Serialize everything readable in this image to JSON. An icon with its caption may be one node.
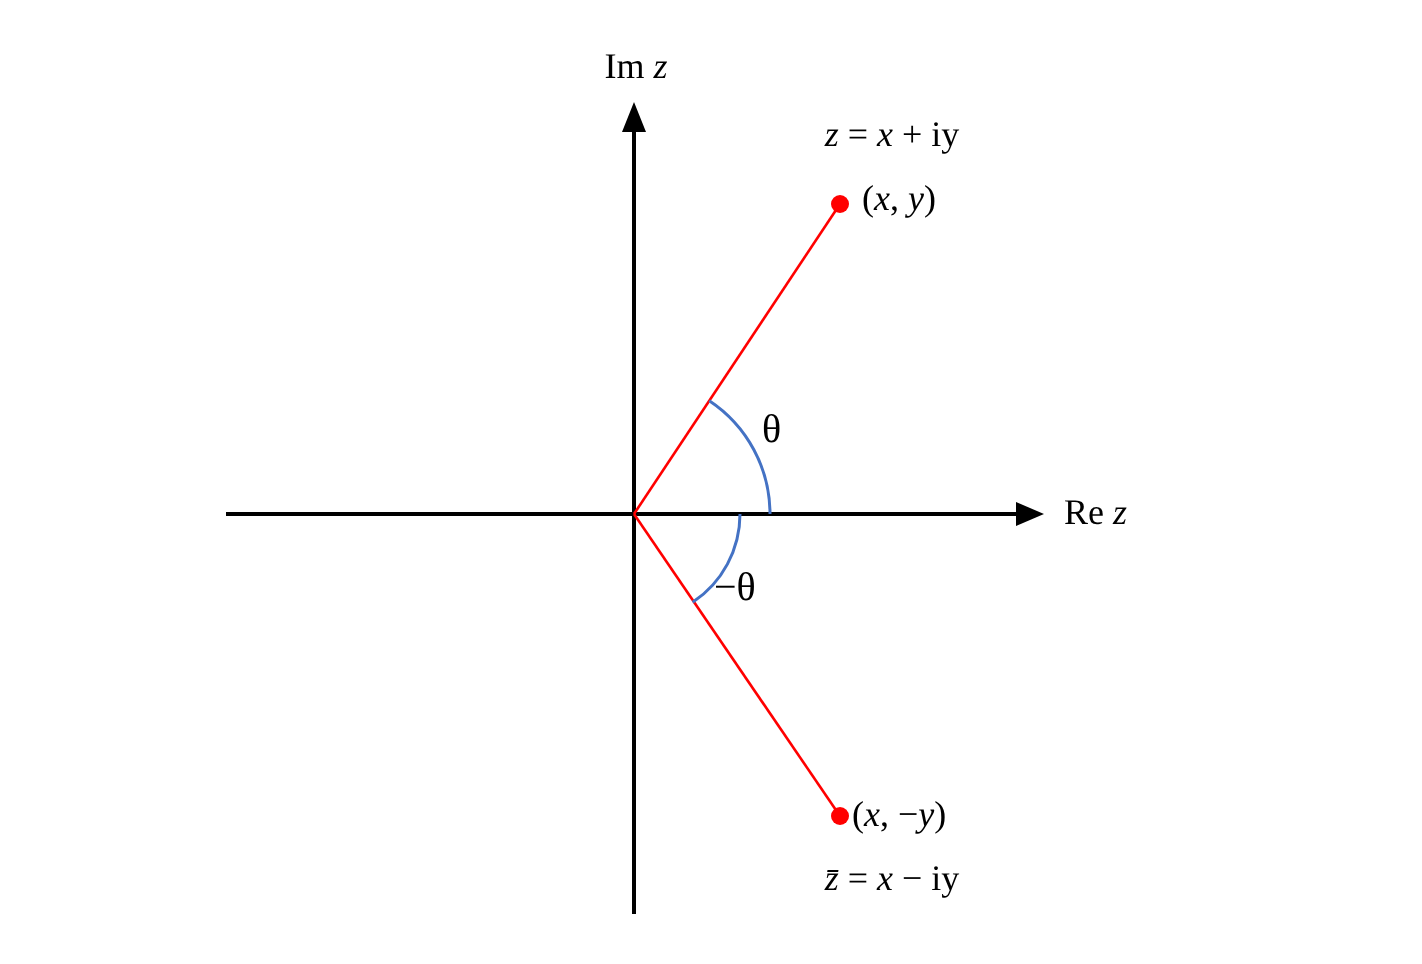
{
  "diagram": {
    "labels": [
      "Im *z*",
      "*z* = *x* + iy",
      "(*x*, *y*)",
      "θ",
      "Re *z*",
      "−θ",
      "(*x*, −*y*)",
      "*z̄* = *x*  − iy"
    ]
  }
}
